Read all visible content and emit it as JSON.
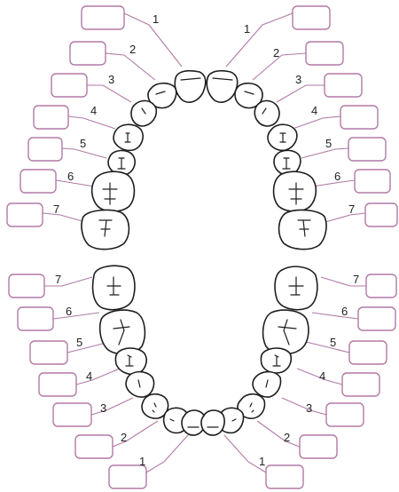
{
  "diagram": {
    "upper_labels": [
      "1",
      "2",
      "3",
      "4",
      "5",
      "6",
      "7"
    ],
    "lower_labels": [
      "7",
      "6",
      "5",
      "4",
      "3",
      "2",
      "1"
    ],
    "colors": {
      "box_stroke": "#b07aa6",
      "tooth_stroke": "#1e1e1e"
    }
  }
}
